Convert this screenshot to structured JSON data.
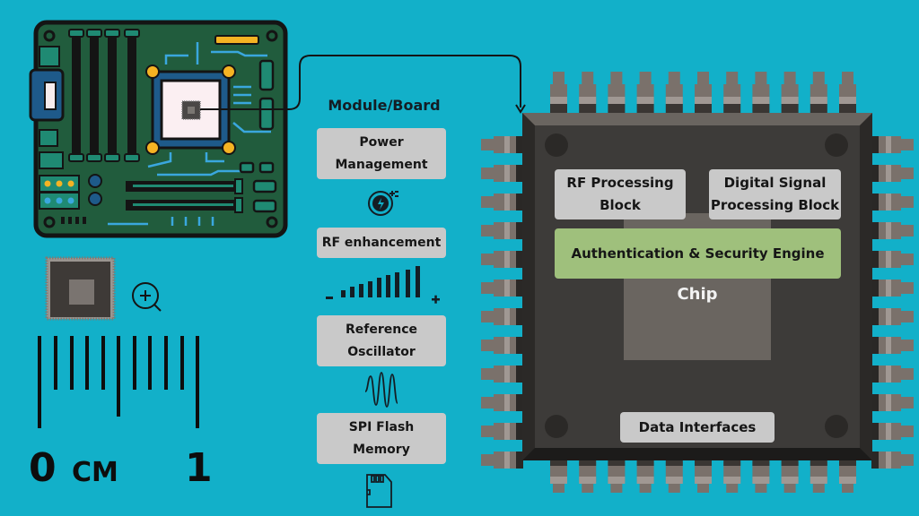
{
  "module": {
    "title": "Module/Board",
    "blocks": [
      {
        "id": "power",
        "label": "Power\nManagement",
        "icon": "power-plug-icon"
      },
      {
        "id": "rf",
        "label": "RF enhancement",
        "icon": "signal-strength-icon"
      },
      {
        "id": "osc",
        "label": "Reference\nOscillator",
        "icon": "sine-wave-icon"
      },
      {
        "id": "flash",
        "label": "SPI Flash\nMemory",
        "icon": "sd-card-icon"
      }
    ],
    "signal_minus": "-",
    "signal_plus": "+"
  },
  "chip": {
    "label": "Chip",
    "blocks": {
      "rf": "RF Processing\nBlock",
      "dsp": "Digital Signal\nProcessing Block",
      "auth": "Authentication & Security Engine",
      "data": "Data Interfaces"
    }
  },
  "scale": {
    "zero": "0",
    "unit": "CM",
    "one": "1"
  },
  "colors": {
    "background": "#12b0c9",
    "board": "#215c3d",
    "chip_body": "#3d3b39",
    "block": "#c9c9c9",
    "auth": "#9fc07c",
    "gold": "#f5b323"
  }
}
